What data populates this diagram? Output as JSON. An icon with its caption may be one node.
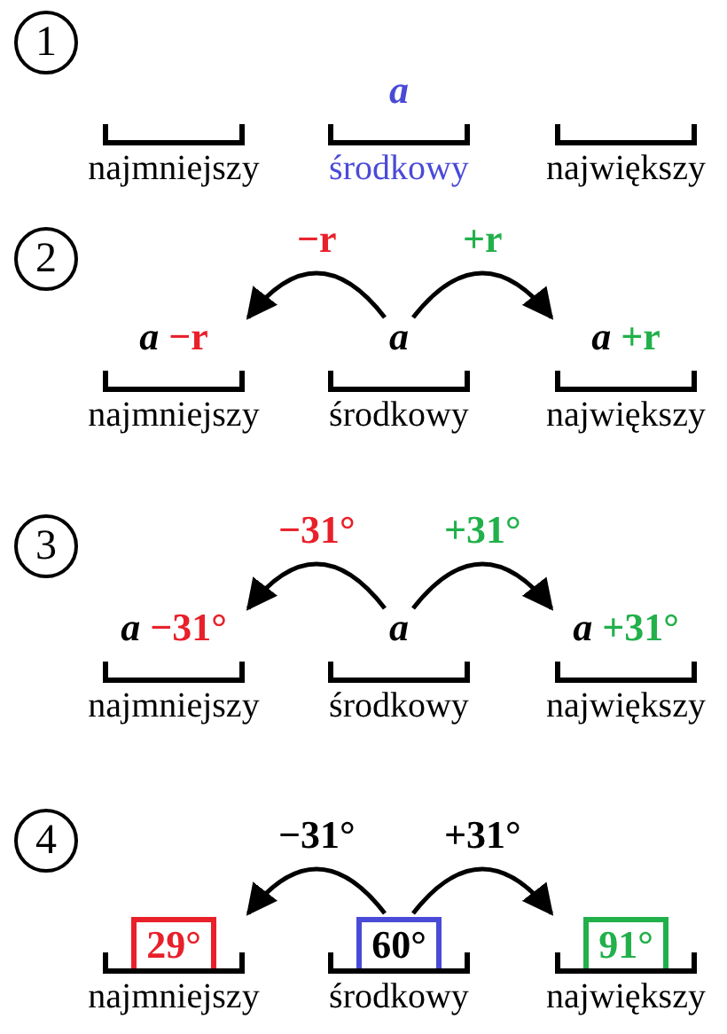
{
  "diagram": {
    "nodes": [
      {
        "text": [
          "1"
        ]
      },
      {
        "text": [
          "a"
        ]
      },
      {
        "text": [
          "najmniejszy"
        ]
      },
      {
        "text": [
          "środkowy"
        ]
      },
      {
        "text": [
          "największy"
        ]
      },
      {
        "text": [
          "2"
        ]
      },
      {
        "text": [
          "a",
          "−r"
        ]
      },
      {
        "text": [
          "a"
        ]
      },
      {
        "text": [
          "a",
          "+r"
        ]
      },
      {
        "text": [
          "najmniejszy"
        ]
      },
      {
        "text": [
          "środkowy"
        ]
      },
      {
        "text": [
          "największy"
        ]
      },
      {
        "text": [
          "3"
        ]
      },
      {
        "text": [
          "a",
          "−31°"
        ]
      },
      {
        "text": [
          "a"
        ]
      },
      {
        "text": [
          "a",
          "+31°"
        ]
      },
      {
        "text": [
          "najmniejszy"
        ]
      },
      {
        "text": [
          "środkowy"
        ]
      },
      {
        "text": [
          "największy"
        ]
      },
      {
        "text": [
          "4"
        ]
      },
      {
        "text": [
          "29°"
        ]
      },
      {
        "text": [
          "60°"
        ]
      },
      {
        "text": [
          "91°"
        ]
      },
      {
        "text": [
          "najmniejszy"
        ]
      },
      {
        "text": [
          "środkowy"
        ]
      },
      {
        "text": [
          "największy"
        ]
      }
    ],
    "edges": [
      {
        "from": 7,
        "to": 6,
        "arrow": "to",
        "label": "−r"
      },
      {
        "from": 7,
        "to": 8,
        "arrow": "to",
        "label": "+r"
      },
      {
        "from": 14,
        "to": 13,
        "arrow": "to",
        "label": "−31°"
      },
      {
        "from": 14,
        "to": 15,
        "arrow": "to",
        "label": "+31°"
      },
      {
        "from": 21,
        "to": 20,
        "arrow": "to",
        "label": "−31°"
      },
      {
        "from": 21,
        "to": 22,
        "arrow": "to",
        "label": "+31°"
      }
    ]
  }
}
